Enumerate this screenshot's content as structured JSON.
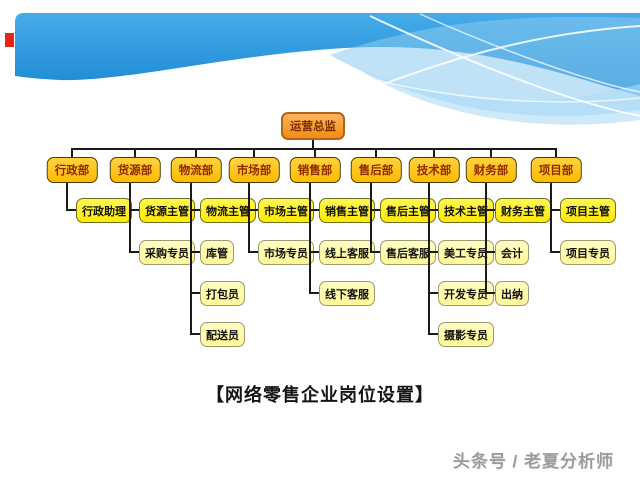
{
  "title_caption": "【网络零售企业岗位设置】",
  "watermark": "头条号 / 老夏分析师",
  "org_chart": {
    "root": "运营总监",
    "departments": [
      {
        "name": "行政部",
        "positions": [
          {
            "title": "行政助理",
            "rank": "lead"
          }
        ]
      },
      {
        "name": "货源部",
        "positions": [
          {
            "title": "货源主管",
            "rank": "lead"
          },
          {
            "title": "采购专员",
            "rank": "staff"
          }
        ]
      },
      {
        "name": "物流部",
        "positions": [
          {
            "title": "物流主管",
            "rank": "lead"
          },
          {
            "title": "库管",
            "rank": "staff"
          },
          {
            "title": "打包员",
            "rank": "staff"
          },
          {
            "title": "配送员",
            "rank": "staff"
          }
        ]
      },
      {
        "name": "市场部",
        "positions": [
          {
            "title": "市场主管",
            "rank": "lead"
          },
          {
            "title": "市场专员",
            "rank": "staff"
          }
        ]
      },
      {
        "name": "销售部",
        "positions": [
          {
            "title": "销售主管",
            "rank": "lead"
          },
          {
            "title": "线上客服",
            "rank": "staff"
          },
          {
            "title": "线下客服",
            "rank": "staff"
          }
        ]
      },
      {
        "name": "售后部",
        "positions": [
          {
            "title": "售后主管",
            "rank": "lead"
          },
          {
            "title": "售后客服",
            "rank": "staff"
          }
        ]
      },
      {
        "name": "技术部",
        "positions": [
          {
            "title": "技术主管",
            "rank": "lead"
          },
          {
            "title": "美工专员",
            "rank": "staff"
          },
          {
            "title": "开发专员",
            "rank": "staff"
          },
          {
            "title": "摄影专员",
            "rank": "staff"
          }
        ]
      },
      {
        "name": "财务部",
        "positions": [
          {
            "title": "财务主管",
            "rank": "lead"
          },
          {
            "title": "会计",
            "rank": "staff"
          },
          {
            "title": "出纳",
            "rank": "staff"
          }
        ]
      },
      {
        "name": "项目部",
        "positions": [
          {
            "title": "项目主管",
            "rank": "lead"
          },
          {
            "title": "项目专员",
            "rank": "staff"
          }
        ]
      }
    ]
  },
  "colors": {
    "root_box": "#F49A2C",
    "department_box": "#FFC417",
    "lead_box": "#FFF000",
    "staff_box": "#FFFA9E",
    "connector": "#1A1A1A",
    "wave_blue": "#2196DE",
    "wave_light_blue": "#8CCBF0",
    "accent_red": "#E5231B",
    "watermark_gray": "#9C9C9C"
  }
}
